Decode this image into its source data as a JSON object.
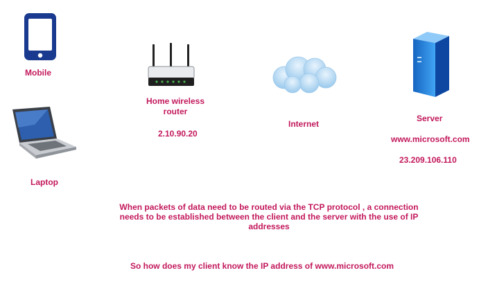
{
  "nodes": {
    "mobile": {
      "label": "Mobile"
    },
    "laptop": {
      "label": "Laptop"
    },
    "router": {
      "label_line1": "Home wireless",
      "label_line2": "router",
      "ip": "2.10.90.20"
    },
    "internet": {
      "label": "Internet"
    },
    "server": {
      "label": "Server",
      "domain": "www.microsoft.com",
      "ip": "23.209.106.110"
    }
  },
  "notes": {
    "tcp": "When packets of data need to be routed via the TCP protocol , a connection needs to be established between the client and the server with the use of IP addresses",
    "question": "So how does my client know the IP address of www.microsoft.com"
  },
  "colors": {
    "label": "#c2185b",
    "phone": "#1a3a8f",
    "cloud": "#a8d0f0",
    "server": "#1e88e5"
  },
  "icons": {
    "mobile": "mobile-phone-icon",
    "laptop": "laptop-icon",
    "router": "wireless-router-icon",
    "internet": "cloud-icon",
    "server": "server-tower-icon"
  }
}
